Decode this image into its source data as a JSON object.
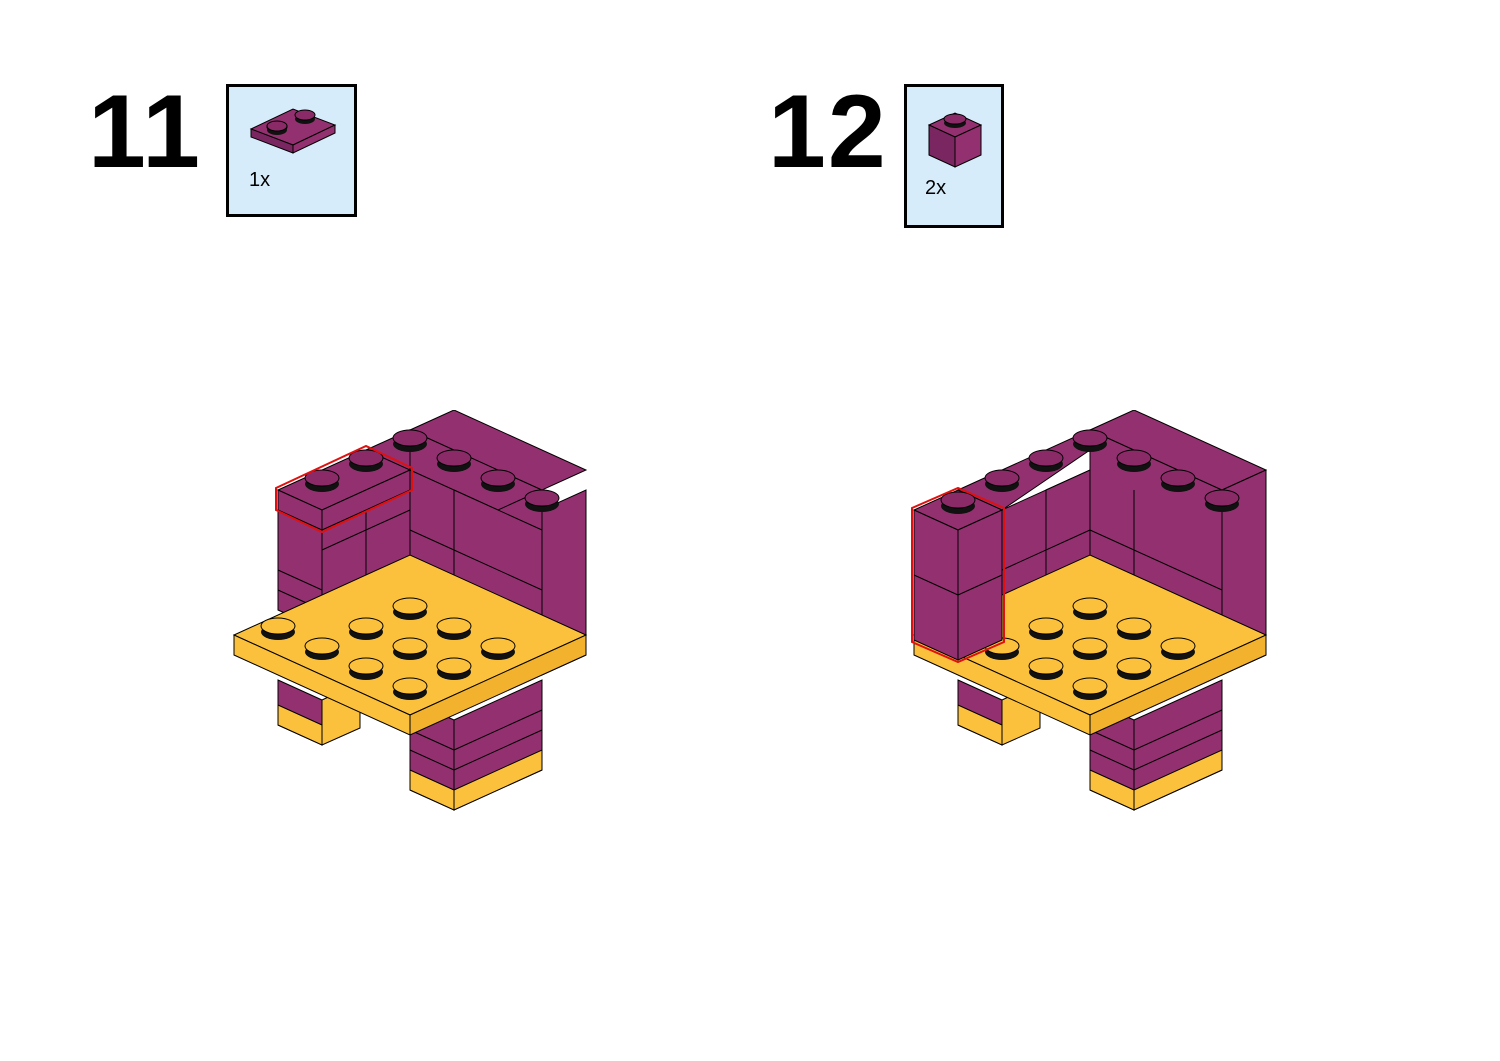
{
  "page": {
    "background": "#ffffff"
  },
  "colors": {
    "brick_purple": "#93306f",
    "brick_purple_dark": "#6e2153",
    "brick_yellow": "#fcc13c",
    "stud_top": "#8a2b68",
    "highlight_red": "#e01010",
    "parts_box_bg": "#d7ecfb"
  },
  "steps": [
    {
      "number": "11",
      "part": {
        "name": "plate-1x2",
        "quantity": "1x",
        "color": "purple"
      }
    },
    {
      "number": "12",
      "part": {
        "name": "brick-1x1",
        "quantity": "2x",
        "color": "purple"
      }
    }
  ]
}
